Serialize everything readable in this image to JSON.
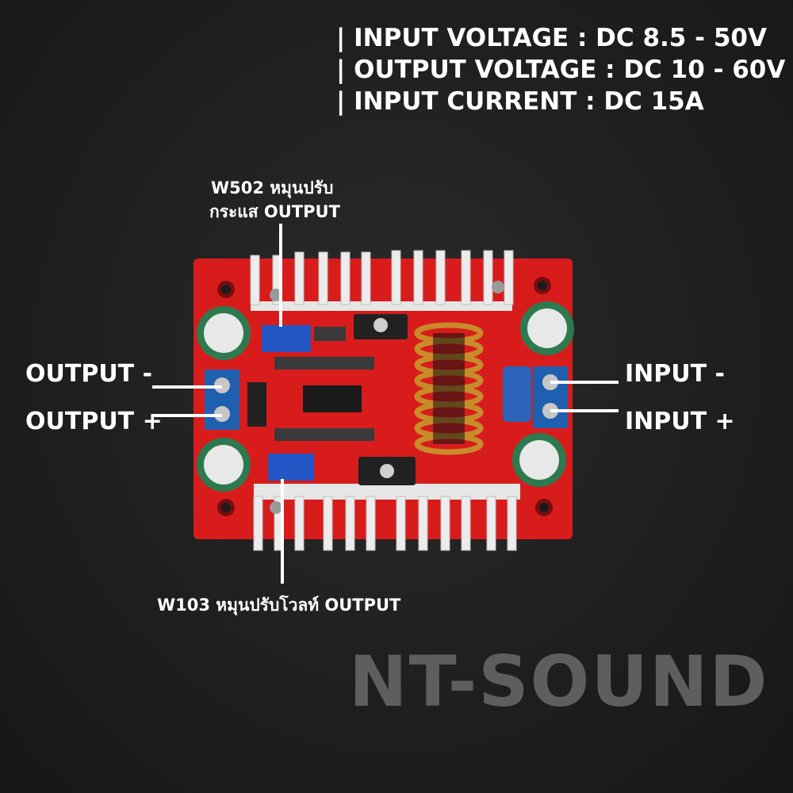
{
  "specs": [
    "| INPUT VOLTAGE : DC 8.5 - 50V",
    "| OUTPUT VOLTAGE : DC 10 - 60V",
    "| INPUT CURRENT : DC 15A"
  ],
  "callouts": {
    "w502_line1": "W502 หมุนปรับ",
    "w502_line2": "กระแส OUTPUT",
    "w103": "W103 หมุนปรับโวลท์ OUTPUT"
  },
  "terminals": {
    "output_minus": "OUTPUT -",
    "output_plus": "OUTPUT +",
    "input_minus": "INPUT -",
    "input_plus": "INPUT +"
  },
  "brand": "NT-SOUND",
  "colors": {
    "background": "#1f1f1f",
    "pcb": "#d81c1c",
    "heatsink": "#e6e6e6",
    "terminal": "#1f5fb0",
    "coil": "#c98a2a",
    "brand_text": "#5e5e5e"
  }
}
